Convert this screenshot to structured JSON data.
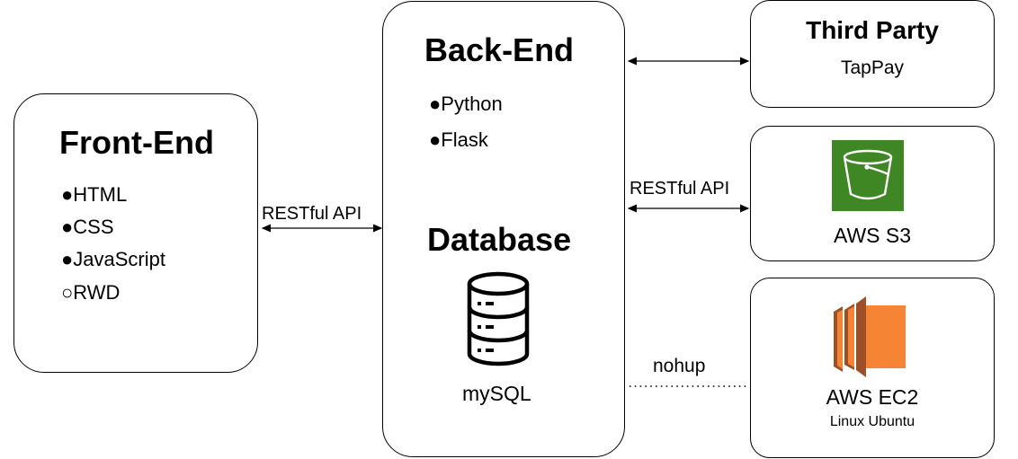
{
  "frontend": {
    "title": "Front-End",
    "items": [
      "●HTML",
      "●CSS",
      "●JavaScript",
      "○RWD"
    ]
  },
  "backend": {
    "title": "Back-End",
    "items": [
      "●Python",
      "●Flask"
    ]
  },
  "database": {
    "title": "Database",
    "label": "mySQL",
    "icon": "database-icon"
  },
  "third_party": {
    "title": "Third Party",
    "subtitle": "TapPay"
  },
  "s3": {
    "label": "AWS S3",
    "icon": "aws-s3-bucket-icon",
    "color": "#3f8624"
  },
  "ec2": {
    "label": "AWS EC2",
    "sublabel": "Linux Ubuntu",
    "icon": "aws-ec2-icon",
    "color": "#f58534"
  },
  "connections": {
    "frontend_backend": "RESTful API",
    "backend_s3": "RESTful API",
    "backend_ec2": "nohup"
  }
}
